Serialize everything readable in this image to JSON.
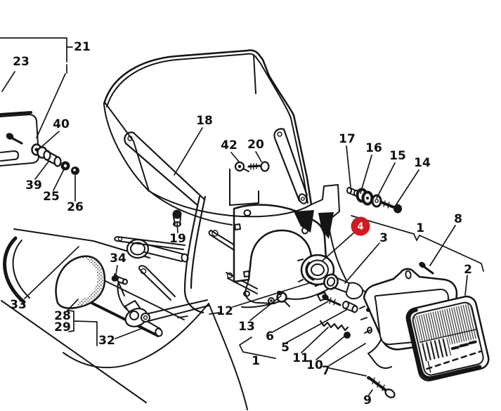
{
  "figure": {
    "type": "exploded-parts-diagram",
    "subject": "Motorcycle windscreen, fairing and headlight assembly",
    "background_color": "#ffffff",
    "line_color": "#151515"
  },
  "labels": {
    "l21": "21",
    "l23": "23",
    "l40": "40",
    "l39": "39",
    "l25": "25",
    "l26": "26",
    "l18": "18",
    "l42": "42",
    "l20": "20",
    "l17": "17",
    "l16": "16",
    "l15": "15",
    "l14": "14",
    "l19": "19",
    "l34": "34",
    "l33": "33",
    "l28": "28",
    "l29": "29",
    "l32": "32",
    "l12": "12",
    "l13": "13",
    "l1_left": "1",
    "l6": "6",
    "l5": "5",
    "l11": "11",
    "l10": "10",
    "l7": "7",
    "l9": "9",
    "l3": "3",
    "l1_right": "1",
    "l8": "8",
    "l2": "2"
  },
  "highlight": {
    "label": "4",
    "color": "#d11920",
    "text_color": "#ffffff"
  }
}
